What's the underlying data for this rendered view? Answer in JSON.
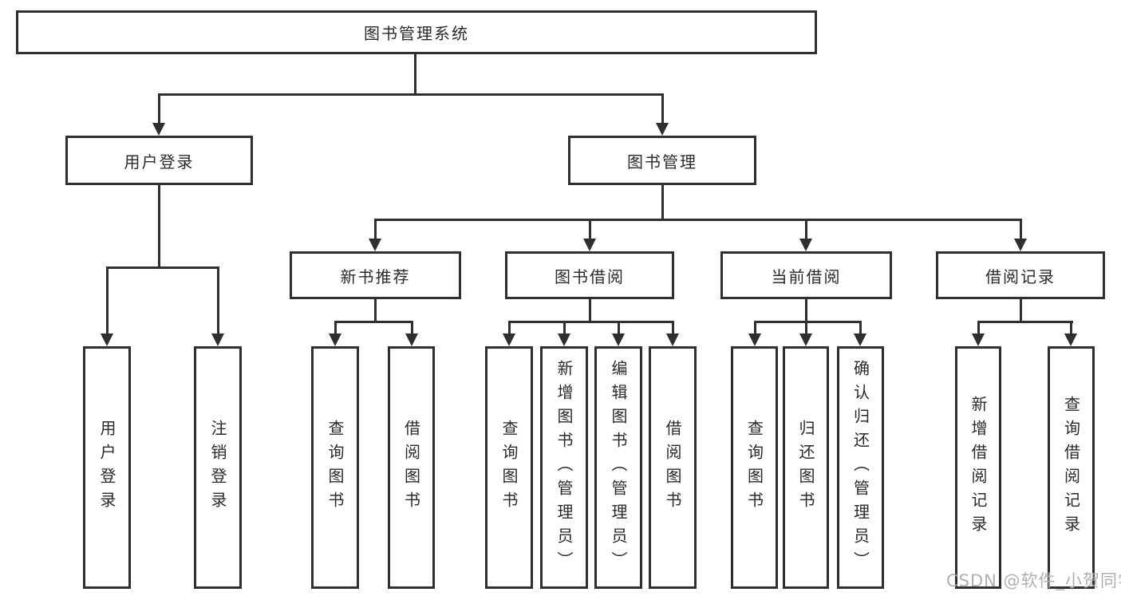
{
  "tree": {
    "root": {
      "label": "图书管理系统"
    },
    "branches": [
      {
        "label": "用户登录",
        "children": [
          "用户登录",
          "注销登录"
        ]
      },
      {
        "label": "图书管理",
        "groups": [
          {
            "label": "新书推荐",
            "children": [
              "查询图书",
              "借阅图书"
            ]
          },
          {
            "label": "图书借阅",
            "children": [
              "查询图书",
              "新增图书（管理员）",
              "编辑图书（管理员）",
              "借阅图书"
            ]
          },
          {
            "label": "当前借阅",
            "children": [
              "查询图书",
              "归还图书",
              "确认归还（管理员）"
            ]
          },
          {
            "label": "借阅记录",
            "children": [
              "新增借阅记录",
              "查询借阅记录"
            ]
          }
        ]
      }
    ]
  },
  "watermark": "CSDN @软件_小贺同学",
  "colors": {
    "line": "#2f2f2f",
    "text": "#2a2a2a",
    "watermark": "#b0b0b0",
    "background": "#ffffff"
  }
}
